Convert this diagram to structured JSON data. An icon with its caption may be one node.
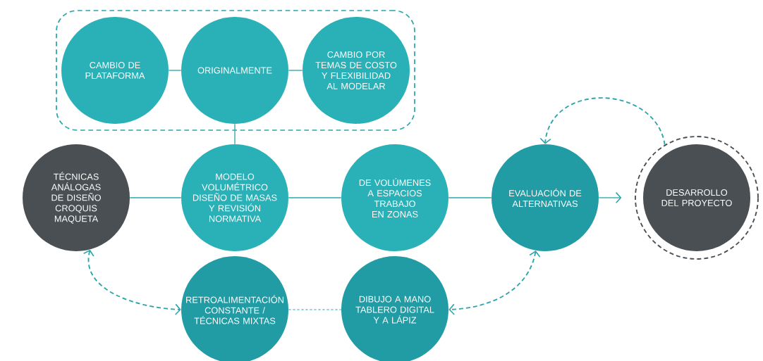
{
  "diagram": {
    "nodes": [
      {
        "text": [],
        "shape": "box"
      },
      {
        "text": [
          "CAMBIO DE PLATAFORMA"
        ],
        "in": 0
      },
      {
        "text": [
          "ORIGINALMENTE"
        ],
        "in": 0
      },
      {
        "text": [
          "CAMBIO POR TEMAS DE COSTO Y FLEXIBILIDAD AL MODELAR"
        ],
        "in": 0
      },
      {
        "text": [
          "TÉCNICAS ANÁLOGAS DE DISEÑO CROQUIS MAQUETA"
        ]
      },
      {
        "text": [
          "MODELO VOLUMÉTRICO DISEÑO DE MASAS Y REVISIÓN NORMATIVA"
        ]
      },
      {
        "text": [
          "DE VOLÚMENES A ESPACIOS TRABAJO EN ZONAS"
        ]
      },
      {
        "text": [
          "EVALUACIÓN DE ALTERNATIVAS"
        ]
      },
      {
        "text": [
          "DESARROLLO DEL PROYECTO"
        ]
      },
      {
        "text": [
          "RETROALIMENTACIÓN CONSTANTE / TÉCNICAS MIXTAS"
        ]
      },
      {
        "text": [
          "DIBUJO A MANO TABLERO DIGITAL Y A LÁPIZ"
        ]
      }
    ],
    "edges": [
      {
        "from": 1,
        "to": 2,
        "arrow": "none"
      },
      {
        "from": 2,
        "to": 3,
        "arrow": "none"
      },
      {
        "from": 2,
        "to": 5,
        "arrow": "none"
      },
      {
        "from": 4,
        "to": 5,
        "arrow": "none"
      },
      {
        "from": 5,
        "to": 6,
        "arrow": "none"
      },
      {
        "from": 6,
        "to": 7,
        "arrow": "none"
      },
      {
        "from": 7,
        "to": 8,
        "arrow": "to"
      },
      {
        "from": 9,
        "to": 10,
        "arrow": "none",
        "style": "dashed"
      },
      {
        "from": 4,
        "to": 9,
        "arrow": "both",
        "style": "dashed"
      },
      {
        "from": 7,
        "to": 10,
        "arrow": "both",
        "style": "dashed"
      },
      {
        "from": 8,
        "to": 7,
        "arrow": "to",
        "style": "dashed"
      }
    ]
  }
}
